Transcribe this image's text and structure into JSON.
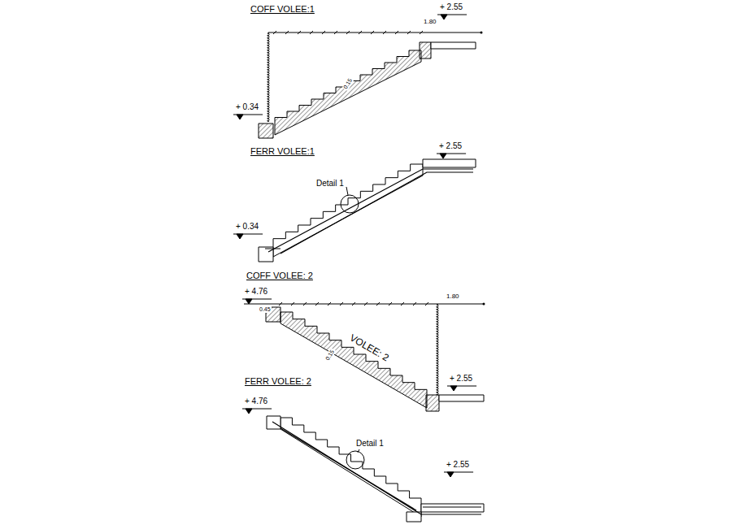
{
  "diagram": {
    "labels": [
      "COFF VOLEE:1",
      "+ 2.55",
      "1.80",
      "+ 0.34",
      "0.15",
      "FERR VOLEE:1",
      "+ 2.55",
      "Detail 1",
      "+ 0.34",
      "COFF VOLEE: 2",
      "+ 4.76",
      "0.45",
      "1.80",
      "VOLEE: 2",
      "0.15",
      "+ 2.55",
      "FERR VOLEE: 2",
      "+ 4.76",
      "Detail 1",
      "+ 2.55"
    ]
  }
}
